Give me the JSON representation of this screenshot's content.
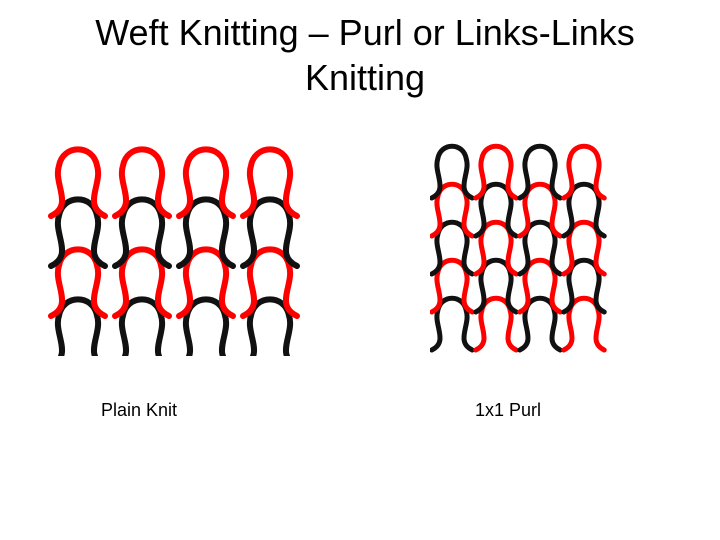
{
  "slide": {
    "title": "Weft Knitting – Purl or Links-Links Knitting"
  },
  "figures": {
    "plain_knit": {
      "caption": "Plain Knit",
      "columns": 4,
      "courses": 4
    },
    "purl_1x1": {
      "caption": "1x1 Purl",
      "columns": 4,
      "courses": 5
    }
  },
  "colors": {
    "yarn_red": "#ff0000",
    "yarn_black": "#111111",
    "background": "#ffffff"
  }
}
